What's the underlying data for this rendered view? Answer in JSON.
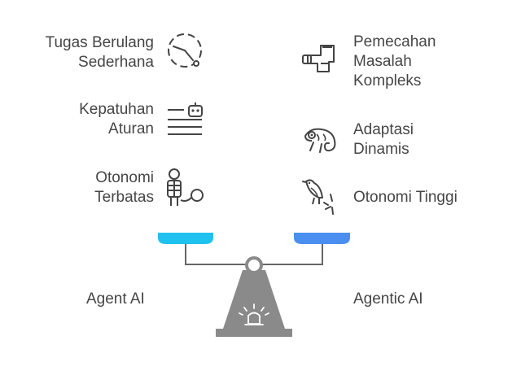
{
  "left": {
    "items": [
      {
        "line1": "Tugas Berulang",
        "line2": "Sederhana",
        "icon": "clock-icon"
      },
      {
        "line1": "Kepatuhan",
        "line2": "Aturan",
        "icon": "robot-rules-icon"
      },
      {
        "line1": "Otonomi",
        "line2": "Terbatas",
        "icon": "tethered-astronaut-icon"
      }
    ],
    "label": "Agent AI",
    "pan_color": "#1fc2ee"
  },
  "right": {
    "items": [
      {
        "line1": "Pemecahan",
        "line2": "Masalah",
        "line3": "Kompleks",
        "icon": "pipe-puzzle-icon"
      },
      {
        "line1": "Adaptasi",
        "line2": "Dinamis",
        "icon": "chameleon-icon"
      },
      {
        "line1": "Otonomi Tinggi",
        "icon": "bird-icon"
      }
    ],
    "label": "Agentic AI",
    "pan_color": "#4a8ff0"
  },
  "scale": {
    "base_color": "#8a8a8a",
    "beam_color": "#666666",
    "icon": "alarm-light-icon"
  }
}
